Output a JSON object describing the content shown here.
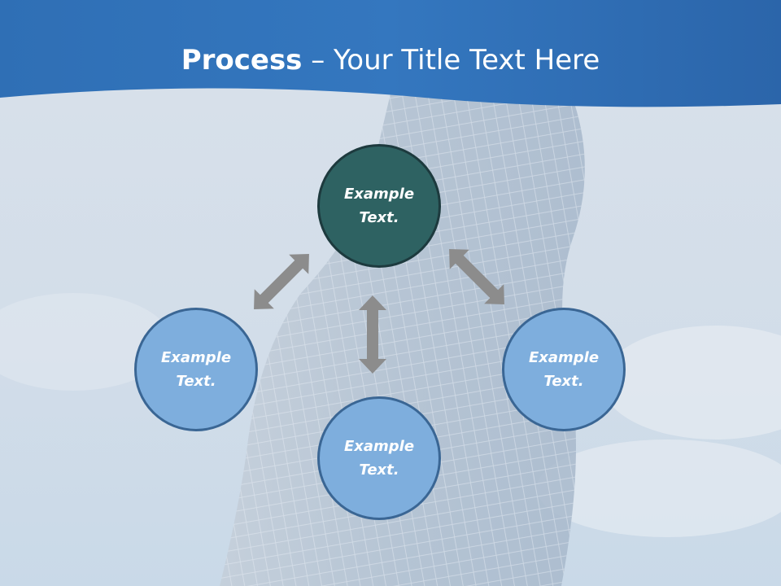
{
  "title": {
    "bold": "Process",
    "rest": " – Your Title Text Here"
  },
  "nodes": {
    "center": "Example Text.",
    "left": "Example Text.",
    "right": "Example Text.",
    "bottom": "Example Text."
  },
  "colors": {
    "header_blue": "#3a7cc4",
    "center_fill": "#2e6262",
    "node_fill": "#7eaedd",
    "node_border": "#3a6694",
    "arrow": "#8c8c8c"
  }
}
